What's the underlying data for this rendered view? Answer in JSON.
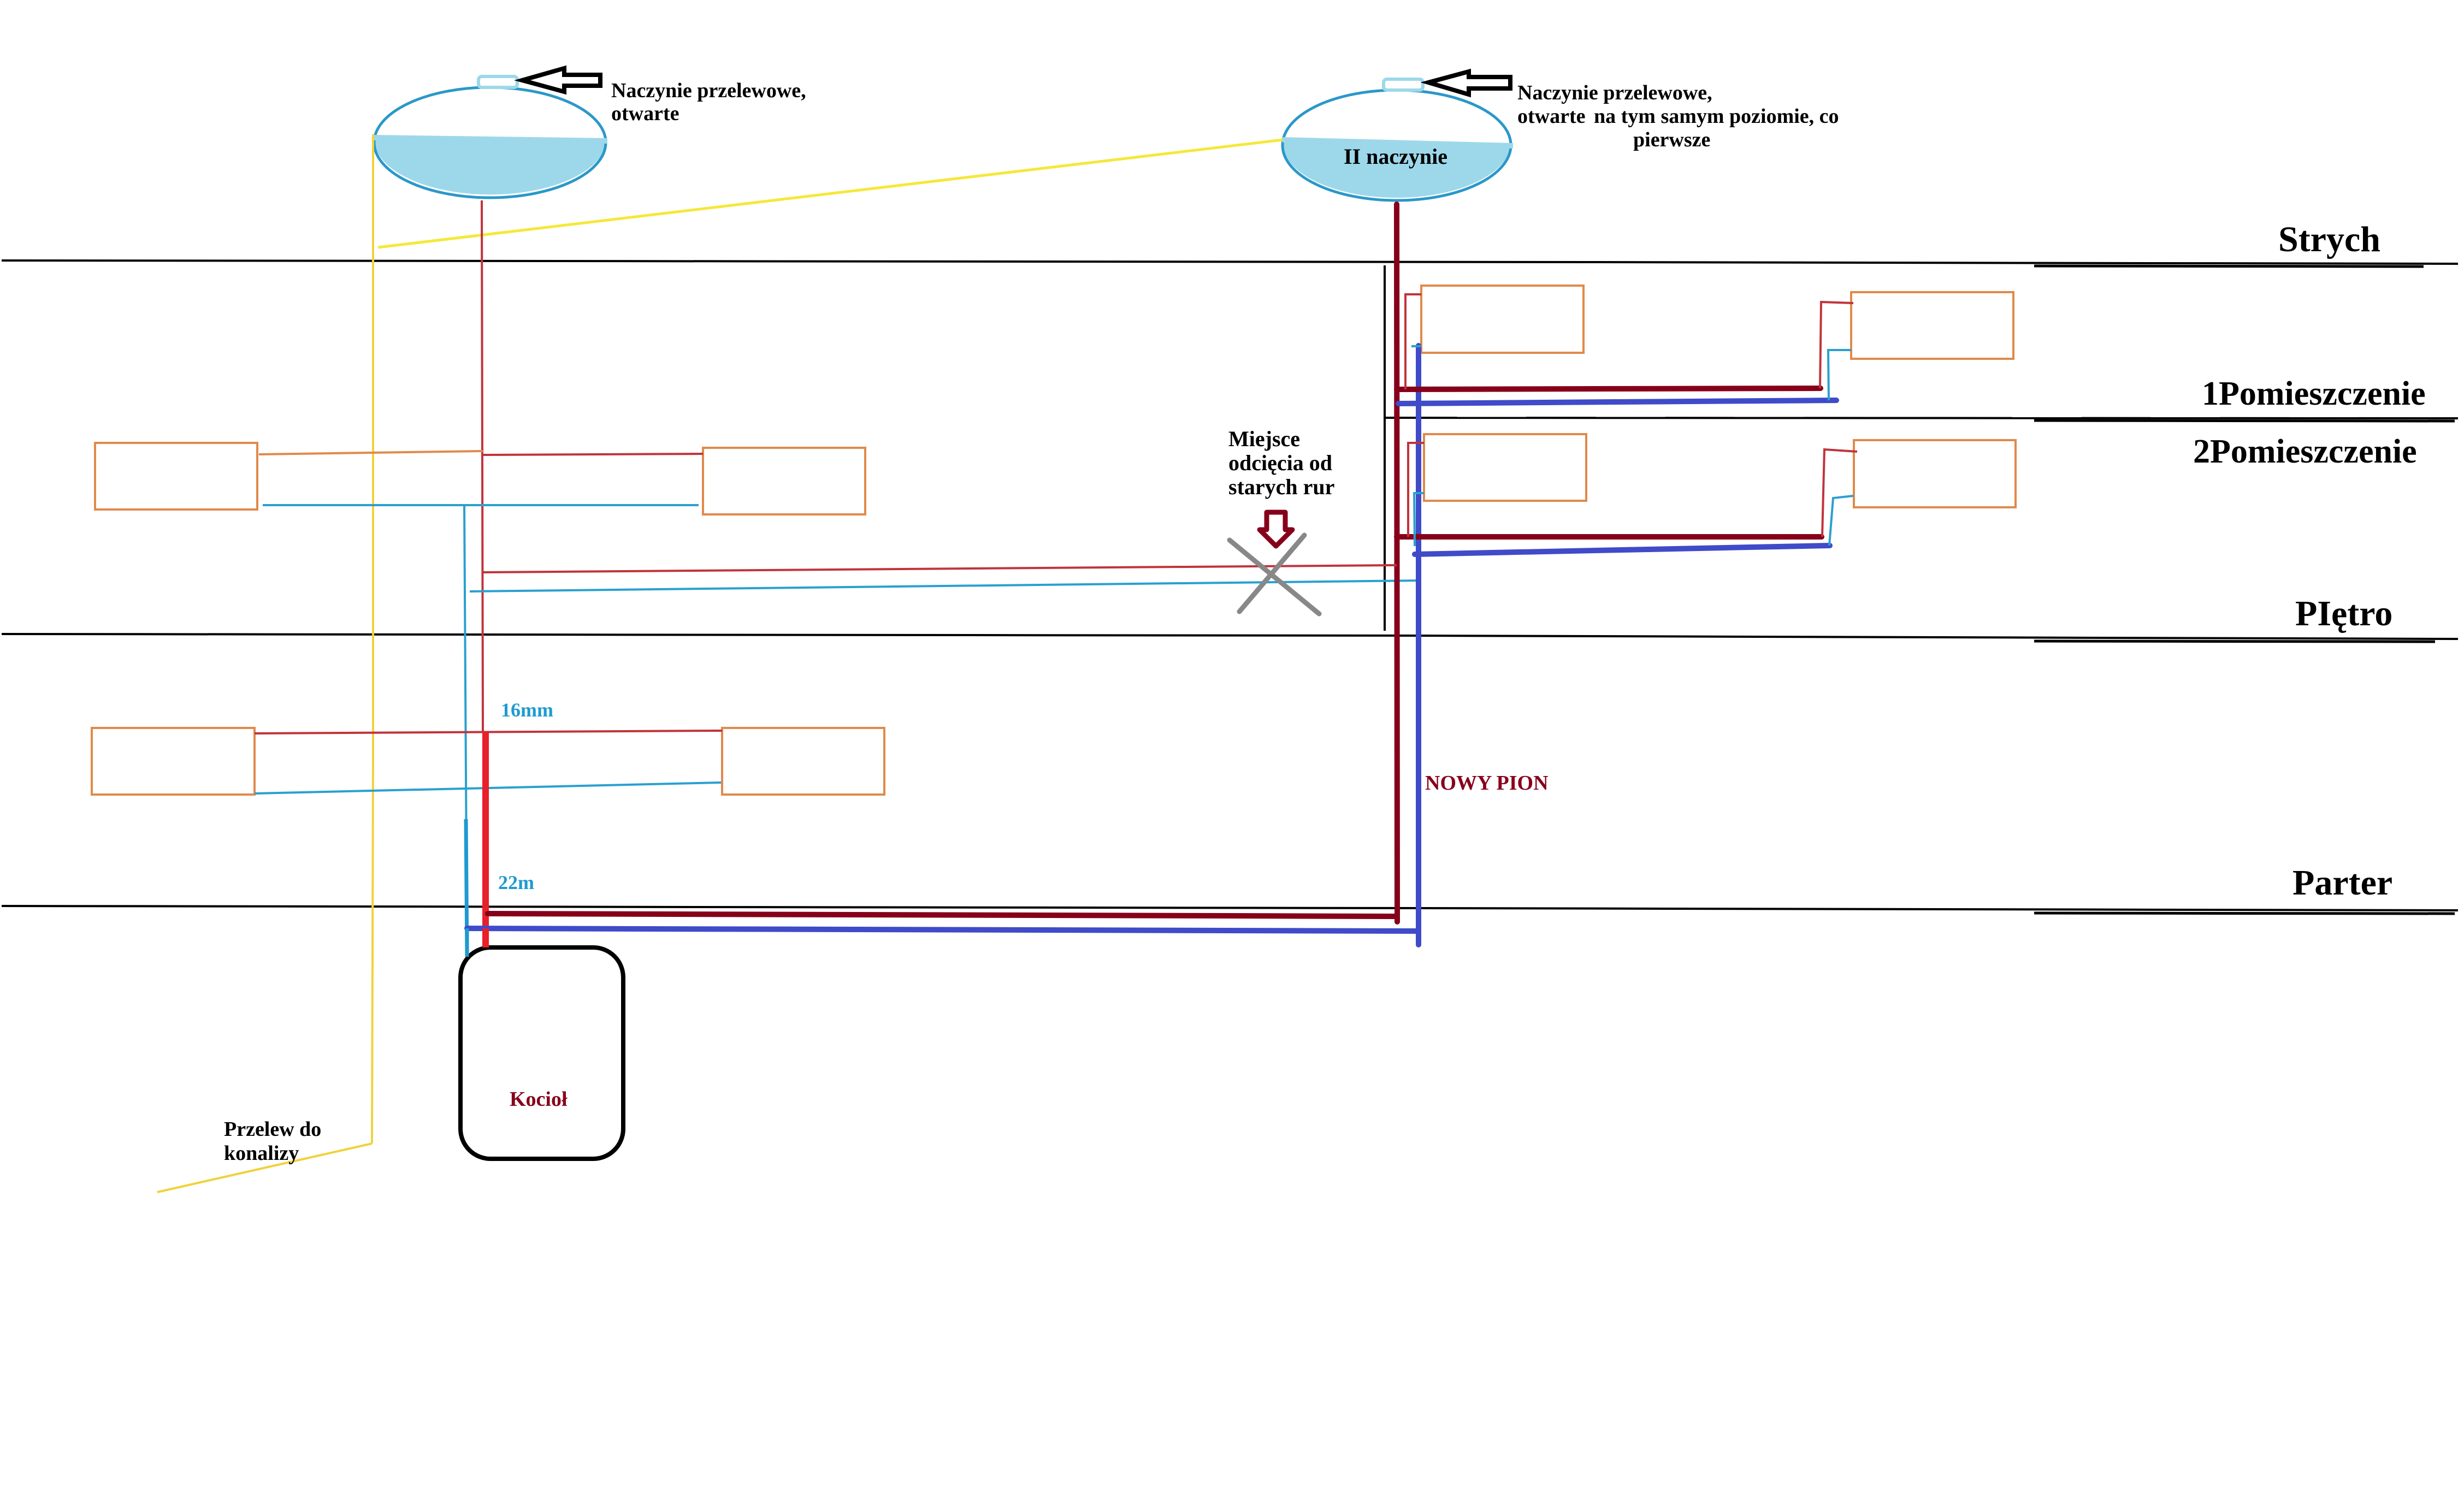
{
  "diagram": {
    "vessel_1": {
      "note_line1": "Naczynie przelewowe,",
      "note_line2": "otwarte"
    },
    "vessel_2": {
      "label": "II naczynie",
      "note_line1": "Naczynie przelewowe,",
      "note_line2a": "otwarte",
      "note_line2b": "na tym samym poziomie, co",
      "note_line3": "pierwsze"
    },
    "floors": {
      "attic": "Strych",
      "room1": "1Pomieszczenie",
      "room2": "2Pomieszczenie",
      "upper_floor": "PIętro",
      "ground_floor": "Parter"
    },
    "cut_point": {
      "line1": "Miejsce",
      "line2": "odcięcia od",
      "line3": "starych rur"
    },
    "pipe_sizes": {
      "small": "16mm",
      "large": "22m"
    },
    "new_riser_label": "NOWY PION",
    "boiler_label": "Kocioł",
    "overflow_drain": {
      "line1": "Przelew do",
      "line2": "konalizy"
    },
    "colors": {
      "supply_old": "#C0343C",
      "return_old": "#2AA0D0",
      "supply_new": "#86001A",
      "return_new": "#3F4BC8",
      "supply_22mm": "#E8202A",
      "radiator": "#E08A4B",
      "overflow": "#F0D23C",
      "vessel_water": "#9DD8EA"
    }
  }
}
